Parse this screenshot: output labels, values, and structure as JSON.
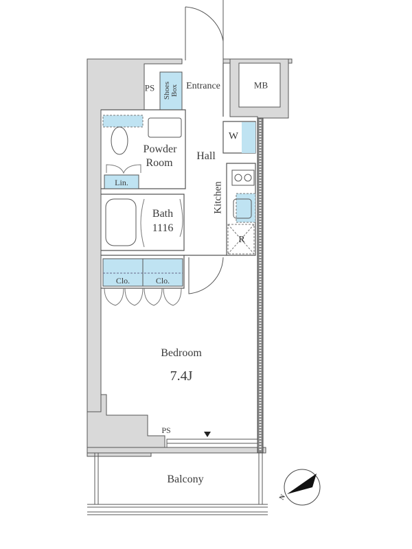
{
  "rooms": {
    "ps_top": "PS",
    "shoes_box_line1": "Shoes",
    "shoes_box_line2": "Box",
    "entrance": "Entrance",
    "mb": "MB",
    "w": "W",
    "powder_room_line1": "Powder",
    "powder_room_line2": "Room",
    "hall": "Hall",
    "linen": "Lin.",
    "kitchen": "Kitchen",
    "bath_line1": "Bath",
    "bath_line2": "1116",
    "refrigerator": "R",
    "closet_1": "Clo.",
    "closet_2": "Clo.",
    "bedroom": "Bedroom",
    "bedroom_size": "7.4J",
    "ps_bottom": "PS",
    "balcony": "Balcony",
    "compass_north": "N"
  },
  "colors": {
    "wall": "#d9d9d9",
    "fixture": "#bfe3f2",
    "line": "#555555"
  }
}
